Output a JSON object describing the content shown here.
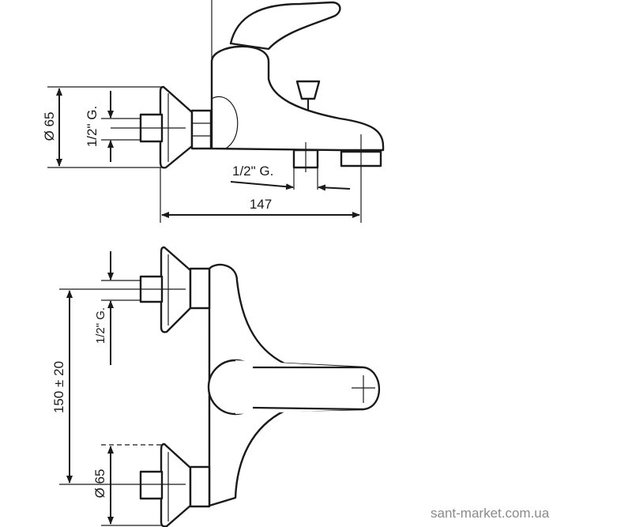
{
  "side_view": {
    "flange_diameter": "Ø 65",
    "inlet_thread": "1/2\" G.",
    "outlet_thread": "1/2\" G.",
    "overall_length": "147"
  },
  "top_view": {
    "inlet_thread": "1/2\" G.",
    "centre_distance": "150 ± 20",
    "flange_diameter": "Ø 65"
  },
  "watermark": "sant-market.com.ua"
}
